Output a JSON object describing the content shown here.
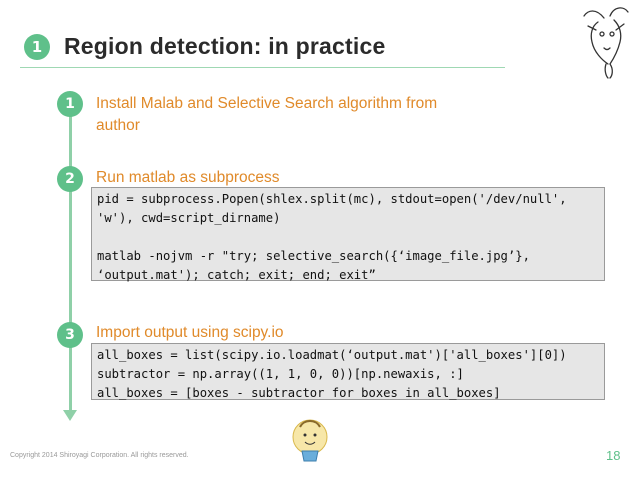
{
  "slide": {
    "title_number": "1",
    "title": "Region detection: in practice",
    "page_number": "18",
    "footer": "Copyright 2014 Shiroyagi Corporation. All rights reserved."
  },
  "steps": [
    {
      "number": "1",
      "text": "Install Malab and Selective Search algorithm from author"
    },
    {
      "number": "2",
      "text": "Run matlab as subprocess"
    },
    {
      "number": "3",
      "text": "Import output using scipy.io"
    }
  ],
  "code_blocks": [
    {
      "lines": [
        "pid = subprocess.Popen(shlex.split(mc), stdout=open('/dev/null',",
        "'w'), cwd=script_dirname)",
        "",
        "matlab -nojvm -r \"try; selective_search({‘image_file.jpg’},",
        "‘output.mat'); catch; exit; end; exit”"
      ]
    },
    {
      "lines": [
        "all_boxes = list(scipy.io.loadmat(‘output.mat')['all_boxes'][0])",
        "subtractor = np.array((1, 1, 0, 0))[np.newaxis, :]",
        "all_boxes = [boxes - subtractor for boxes in all_boxes]"
      ]
    }
  ],
  "icons": {
    "goat": "goat-logo-icon",
    "mascot": "mascot-character-icon"
  },
  "colors": {
    "accent_green": "#5fc08a",
    "step_orange": "#e08a2a",
    "code_background": "#e6e6e6"
  }
}
